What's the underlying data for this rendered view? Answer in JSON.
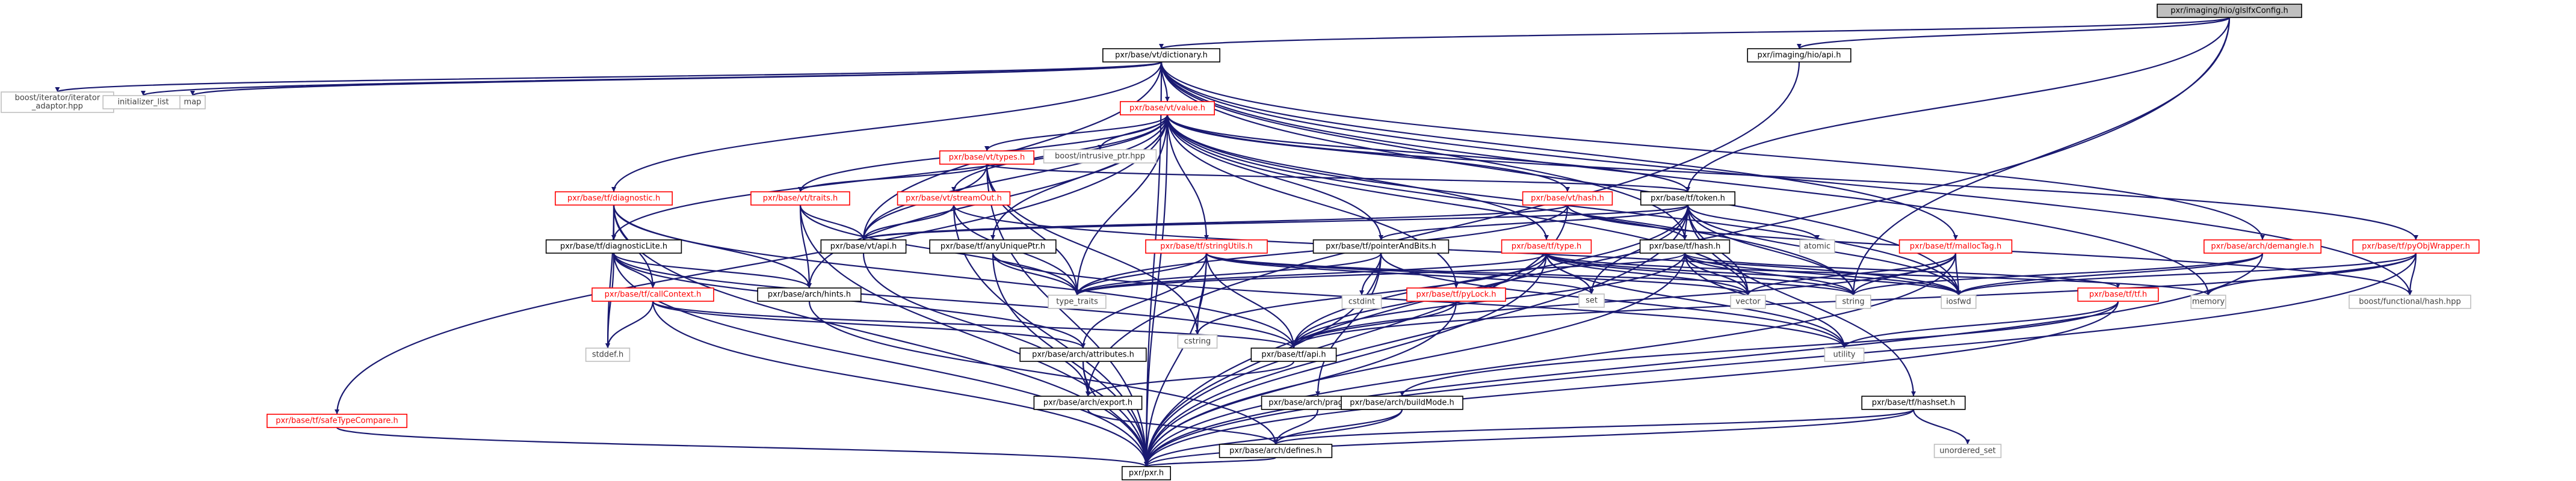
{
  "colors": {
    "edge": "#191970",
    "root_fill": "#bfbfbf",
    "linked_fill": "#ffffff",
    "linked_stroke": "#000000",
    "linked_text": "#000000",
    "partial_fill": "#ffffff",
    "partial_stroke": "#ff0000",
    "partial_text": "#ff0000",
    "external_fill": "#ffffff",
    "external_stroke": "#bfbfbf",
    "external_text": "#404040"
  },
  "nodes": [
    {
      "id": "root",
      "label": "pxr/imaging/hio/glslfxConfig.h",
      "kind": "root"
    },
    {
      "id": "vt_dictionary",
      "label": "pxr/base/vt/dictionary.h",
      "kind": "linked"
    },
    {
      "id": "hio_api",
      "label": "pxr/imaging/hio/api.h",
      "kind": "linked"
    },
    {
      "id": "iter_adaptor",
      "label": "boost/iterator/iterator\n_adaptor.hpp",
      "kind": "external"
    },
    {
      "id": "init_list",
      "label": "initializer_list",
      "kind": "external"
    },
    {
      "id": "map",
      "label": "map",
      "kind": "external"
    },
    {
      "id": "vt_value",
      "label": "pxr/base/vt/value.h",
      "kind": "partial"
    },
    {
      "id": "intrusive_ptr",
      "label": "boost/intrusive_ptr.hpp",
      "kind": "external"
    },
    {
      "id": "vt_types",
      "label": "pxr/base/vt/types.h",
      "kind": "partial"
    },
    {
      "id": "tf_diagnostic",
      "label": "pxr/base/tf/diagnostic.h",
      "kind": "partial"
    },
    {
      "id": "vt_traits",
      "label": "pxr/base/vt/traits.h",
      "kind": "partial"
    },
    {
      "id": "vt_streamout",
      "label": "pxr/base/vt/streamOut.h",
      "kind": "partial"
    },
    {
      "id": "vt_hash",
      "label": "pxr/base/vt/hash.h",
      "kind": "partial"
    },
    {
      "id": "tf_token",
      "label": "pxr/base/tf/token.h",
      "kind": "linked"
    },
    {
      "id": "atomic",
      "label": "atomic",
      "kind": "external"
    },
    {
      "id": "tf_difflite",
      "label": "pxr/base/tf/diagnosticLite.h",
      "kind": "linked"
    },
    {
      "id": "vt_api",
      "label": "pxr/base/vt/api.h",
      "kind": "linked"
    },
    {
      "id": "tf_anyunique",
      "label": "pxr/base/tf/anyUniquePtr.h",
      "kind": "linked"
    },
    {
      "id": "tf_stringutils",
      "label": "pxr/base/tf/stringUtils.h",
      "kind": "partial"
    },
    {
      "id": "tf_pointerbits",
      "label": "pxr/base/tf/pointerAndBits.h",
      "kind": "linked"
    },
    {
      "id": "tf_type",
      "label": "pxr/base/tf/type.h",
      "kind": "partial"
    },
    {
      "id": "tf_hash",
      "label": "pxr/base/tf/hash.h",
      "kind": "linked"
    },
    {
      "id": "tf_malloctag",
      "label": "pxr/base/tf/mallocTag.h",
      "kind": "partial"
    },
    {
      "id": "arch_demangle",
      "label": "pxr/base/arch/demangle.h",
      "kind": "partial"
    },
    {
      "id": "tf_pyobjwrapper",
      "label": "pxr/base/tf/pyObjWrapper.h",
      "kind": "partial"
    },
    {
      "id": "tf_safetype",
      "label": "pxr/base/tf/safeTypeCompare.h",
      "kind": "partial"
    },
    {
      "id": "tf_callcontext",
      "label": "pxr/base/tf/callContext.h",
      "kind": "partial"
    },
    {
      "id": "arch_hints",
      "label": "pxr/base/arch/hints.h",
      "kind": "linked"
    },
    {
      "id": "type_traits",
      "label": "type_traits",
      "kind": "external"
    },
    {
      "id": "cstdint",
      "label": "cstdint",
      "kind": "external"
    },
    {
      "id": "tf_pylock",
      "label": "pxr/base/tf/pyLock.h",
      "kind": "partial"
    },
    {
      "id": "set",
      "label": "set",
      "kind": "external"
    },
    {
      "id": "vector",
      "label": "vector",
      "kind": "external"
    },
    {
      "id": "string",
      "label": "string",
      "kind": "external"
    },
    {
      "id": "iosfwd",
      "label": "iosfwd",
      "kind": "external"
    },
    {
      "id": "memory",
      "label": "memory",
      "kind": "external"
    },
    {
      "id": "boost_hash",
      "label": "boost/functional/hash.hpp",
      "kind": "external"
    },
    {
      "id": "tf_tf",
      "label": "pxr/base/tf/tf.h",
      "kind": "partial"
    },
    {
      "id": "cstring",
      "label": "cstring",
      "kind": "external"
    },
    {
      "id": "stddef",
      "label": "stddef.h",
      "kind": "external"
    },
    {
      "id": "tf_api",
      "label": "pxr/base/tf/api.h",
      "kind": "linked"
    },
    {
      "id": "utility",
      "label": "utility",
      "kind": "external"
    },
    {
      "id": "arch_attributes",
      "label": "pxr/base/arch/attributes.h",
      "kind": "linked"
    },
    {
      "id": "arch_export",
      "label": "pxr/base/arch/export.h",
      "kind": "linked"
    },
    {
      "id": "arch_pragmas",
      "label": "pxr/base/arch/pragmas.h",
      "kind": "linked"
    },
    {
      "id": "arch_buildmode",
      "label": "pxr/base/arch/buildMode.h",
      "kind": "linked"
    },
    {
      "id": "tf_hashset",
      "label": "pxr/base/tf/hashset.h",
      "kind": "linked"
    },
    {
      "id": "unordered_set",
      "label": "unordered_set",
      "kind": "external"
    },
    {
      "id": "arch_defines",
      "label": "pxr/base/arch/defines.h",
      "kind": "linked"
    },
    {
      "id": "pxr",
      "label": "pxr/pxr.h",
      "kind": "linked"
    }
  ],
  "edges": [
    [
      "root",
      "vt_dictionary"
    ],
    [
      "root",
      "hio_api"
    ],
    [
      "root",
      "tf_token"
    ],
    [
      "root",
      "string"
    ],
    [
      "root",
      "pxr"
    ],
    [
      "hio_api",
      "arch_export"
    ],
    [
      "vt_dictionary",
      "iter_adaptor"
    ],
    [
      "vt_dictionary",
      "init_list"
    ],
    [
      "vt_dictionary",
      "map"
    ],
    [
      "vt_dictionary",
      "vt_value"
    ],
    [
      "vt_dictionary",
      "tf_diagnostic"
    ],
    [
      "vt_dictionary",
      "vt_api"
    ],
    [
      "vt_dictionary",
      "tf_malloctag"
    ],
    [
      "vt_dictionary",
      "arch_demangle"
    ],
    [
      "vt_dictionary",
      "iosfwd"
    ],
    [
      "vt_dictionary",
      "memory"
    ],
    [
      "vt_dictionary",
      "boost_hash"
    ],
    [
      "vt_dictionary",
      "pxr"
    ],
    [
      "vt_dictionary",
      "tf_hash"
    ],
    [
      "vt_value",
      "intrusive_ptr"
    ],
    [
      "vt_value",
      "vt_types"
    ],
    [
      "vt_value",
      "vt_traits"
    ],
    [
      "vt_value",
      "vt_streamout"
    ],
    [
      "vt_value",
      "vt_hash"
    ],
    [
      "vt_value",
      "tf_token"
    ],
    [
      "vt_value",
      "vt_api"
    ],
    [
      "vt_value",
      "tf_anyunique"
    ],
    [
      "vt_value",
      "tf_stringutils"
    ],
    [
      "vt_value",
      "tf_pointerbits"
    ],
    [
      "vt_value",
      "tf_type"
    ],
    [
      "vt_value",
      "tf_pylock"
    ],
    [
      "vt_value",
      "tf_pyobjwrapper"
    ],
    [
      "vt_value",
      "tf_safetype"
    ],
    [
      "vt_value",
      "tf_difflite"
    ],
    [
      "vt_value",
      "arch_hints"
    ],
    [
      "vt_value",
      "type_traits"
    ],
    [
      "vt_value",
      "iosfwd"
    ],
    [
      "vt_value",
      "string"
    ],
    [
      "vt_value",
      "vector"
    ],
    [
      "vt_value",
      "pxr"
    ],
    [
      "vt_types",
      "vt_traits"
    ],
    [
      "vt_types",
      "vt_api"
    ],
    [
      "vt_types",
      "tf_token"
    ],
    [
      "vt_types",
      "type_traits"
    ],
    [
      "vt_types",
      "cstring"
    ],
    [
      "vt_types",
      "pxr"
    ],
    [
      "tf_diagnostic",
      "tf_difflite"
    ],
    [
      "tf_diagnostic",
      "tf_callcontext"
    ],
    [
      "tf_diagnostic",
      "arch_hints"
    ],
    [
      "tf_diagnostic",
      "tf_api"
    ],
    [
      "tf_diagnostic",
      "stddef"
    ],
    [
      "tf_diagnostic",
      "pxr"
    ],
    [
      "vt_traits",
      "vt_api"
    ],
    [
      "vt_traits",
      "type_traits"
    ],
    [
      "vt_traits",
      "arch_hints"
    ],
    [
      "vt_traits",
      "pxr"
    ],
    [
      "vt_streamout",
      "vt_api"
    ],
    [
      "vt_streamout",
      "type_traits"
    ],
    [
      "vt_streamout",
      "iosfwd"
    ],
    [
      "vt_streamout",
      "pxr"
    ],
    [
      "vt_hash",
      "vt_api"
    ],
    [
      "vt_hash",
      "tf_hash"
    ],
    [
      "vt_hash",
      "boost_hash"
    ],
    [
      "vt_hash",
      "type_traits"
    ],
    [
      "vt_hash",
      "pxr"
    ],
    [
      "tf_token",
      "tf_hash"
    ],
    [
      "tf_token",
      "tf_pointerbits"
    ],
    [
      "tf_token",
      "tf_api"
    ],
    [
      "tf_token",
      "tf_hashset"
    ],
    [
      "tf_token",
      "atomic"
    ],
    [
      "tf_token",
      "string"
    ],
    [
      "tf_token",
      "vector"
    ],
    [
      "tf_token",
      "set"
    ],
    [
      "tf_token",
      "iosfwd"
    ],
    [
      "tf_token",
      "pxr"
    ],
    [
      "tf_token",
      "vt_api"
    ],
    [
      "tf_difflite",
      "tf_callcontext"
    ],
    [
      "tf_difflite",
      "arch_attributes"
    ],
    [
      "tf_difflite",
      "arch_hints"
    ],
    [
      "tf_difflite",
      "tf_api"
    ],
    [
      "tf_difflite",
      "stddef"
    ],
    [
      "tf_difflite",
      "pxr"
    ],
    [
      "vt_api",
      "arch_export"
    ],
    [
      "tf_anyunique",
      "type_traits"
    ],
    [
      "tf_anyunique",
      "utility"
    ],
    [
      "tf_anyunique",
      "pxr"
    ],
    [
      "tf_stringutils",
      "tf_api"
    ],
    [
      "tf_stringutils",
      "arch_attributes"
    ],
    [
      "tf_stringutils",
      "arch_inttypes_skip"
    ],
    [
      "tf_stringutils",
      "type_traits"
    ],
    [
      "tf_stringutils",
      "cstring"
    ],
    [
      "tf_stringutils",
      "set"
    ],
    [
      "tf_stringutils",
      "string"
    ],
    [
      "tf_stringutils",
      "vector"
    ],
    [
      "tf_stringutils",
      "pxr"
    ],
    [
      "tf_pointerbits",
      "arch_pragmas"
    ],
    [
      "tf_pointerbits",
      "cstdint"
    ],
    [
      "tf_pointerbits",
      "type_traits"
    ],
    [
      "tf_pointerbits",
      "utility"
    ],
    [
      "tf_pointerbits",
      "pxr"
    ],
    [
      "tf_type",
      "tf_api"
    ],
    [
      "tf_type",
      "type_traits"
    ],
    [
      "tf_type",
      "cstring"
    ],
    [
      "tf_type",
      "set"
    ],
    [
      "tf_type",
      "string"
    ],
    [
      "tf_type",
      "vector"
    ],
    [
      "tf_type",
      "memory"
    ],
    [
      "tf_type",
      "iosfwd"
    ],
    [
      "tf_type",
      "utility"
    ],
    [
      "tf_type",
      "pxr"
    ],
    [
      "tf_hash",
      "tf_tf"
    ],
    [
      "tf_hash",
      "tf_api"
    ],
    [
      "tf_hash",
      "string"
    ],
    [
      "tf_hash",
      "vector"
    ],
    [
      "tf_hash",
      "iosfwd"
    ],
    [
      "tf_hash",
      "type_traits"
    ],
    [
      "tf_hash",
      "pxr"
    ],
    [
      "tf_hash",
      "utility"
    ],
    [
      "tf_malloctag",
      "tf_api"
    ],
    [
      "tf_malloctag",
      "string"
    ],
    [
      "tf_malloctag",
      "vector"
    ],
    [
      "tf_malloctag",
      "iosfwd"
    ],
    [
      "tf_malloctag",
      "pxr"
    ],
    [
      "arch_demangle",
      "string"
    ],
    [
      "arch_demangle",
      "pxr"
    ],
    [
      "arch_demangle",
      "iosfwd"
    ],
    [
      "tf_pyobjwrapper",
      "tf_api"
    ],
    [
      "tf_pyobjwrapper",
      "iosfwd"
    ],
    [
      "tf_pyobjwrapper",
      "memory"
    ],
    [
      "tf_pyobjwrapper",
      "boost_hash"
    ],
    [
      "tf_pyobjwrapper",
      "pxr"
    ],
    [
      "tf_safetype",
      "pxr"
    ],
    [
      "tf_callcontext",
      "arch_attributes"
    ],
    [
      "tf_callcontext",
      "tf_api"
    ],
    [
      "tf_callcontext",
      "stddef"
    ],
    [
      "tf_callcontext",
      "pxr"
    ],
    [
      "arch_hints",
      "arch_defines"
    ],
    [
      "tf_pylock",
      "tf_api"
    ],
    [
      "tf_pylock",
      "pxr"
    ],
    [
      "tf_tf",
      "arch_buildmode"
    ],
    [
      "tf_tf",
      "utility"
    ],
    [
      "tf_tf",
      "pxr"
    ],
    [
      "tf_api",
      "arch_export"
    ],
    [
      "arch_attributes",
      "arch_export"
    ],
    [
      "arch_attributes",
      "pxr"
    ],
    [
      "arch_export",
      "arch_defines"
    ],
    [
      "arch_pragmas",
      "arch_defines"
    ],
    [
      "arch_buildmode",
      "arch_defines"
    ],
    [
      "arch_buildmode",
      "pxr"
    ],
    [
      "tf_hashset",
      "arch_defines"
    ],
    [
      "tf_hashset",
      "unordered_set"
    ],
    [
      "tf_hashset",
      "pxr"
    ],
    [
      "arch_defines",
      "pxr"
    ]
  ]
}
